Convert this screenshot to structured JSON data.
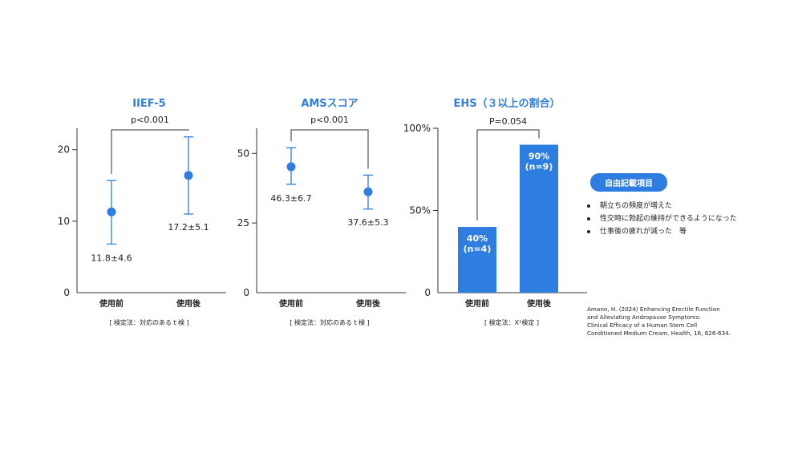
{
  "colors": {
    "accent": "#2d7ee0",
    "axis": "#333333",
    "text": "#222222"
  },
  "chart_data": [
    {
      "type": "scatter",
      "title": "IIEF-5",
      "categories": [
        "使用前",
        "使用後"
      ],
      "ylim": [
        0,
        23
      ],
      "yticks": [
        0,
        10,
        20
      ],
      "means": [
        11.3,
        16.4
      ],
      "err_high": [
        15.7,
        21.8
      ],
      "err_low": [
        6.8,
        11.0
      ],
      "labels": [
        "11.8±4.6",
        "17.2±5.1"
      ],
      "p_value": "p<0.001",
      "test_note": "[ 検定法：対応のあるｔ検 ]",
      "grid": false
    },
    {
      "type": "scatter",
      "title": "AMSスコア",
      "categories": [
        "使用前",
        "使用後"
      ],
      "ylim": [
        0,
        59
      ],
      "yticks": [
        0,
        25,
        50
      ],
      "means": [
        45.2,
        36.2
      ],
      "err_high": [
        52.0,
        42.2
      ],
      "err_low": [
        38.9,
        30.0
      ],
      "labels": [
        "46.3±6.7",
        "37.6±5.3"
      ],
      "p_value": "p<0.001",
      "test_note": "[ 検定法：対応のあるｔ検 ]",
      "grid": false
    },
    {
      "type": "bar",
      "title": "EHS（３以上の割合）",
      "categories": [
        "使用前",
        "使用後"
      ],
      "values": [
        40,
        90
      ],
      "value_labels": [
        [
          "40%",
          "(n=4)"
        ],
        [
          "90%",
          "(n=9)"
        ]
      ],
      "ylim": [
        0,
        100
      ],
      "yticks": [
        0,
        50,
        100
      ],
      "ytick_labels": [
        "0",
        "50%",
        "100%"
      ],
      "p_value": "P=0.054",
      "test_note": "[ 検定法：X²検定 ]",
      "grid": false
    }
  ],
  "side": {
    "badge": "自由記載項目",
    "items": [
      "朝立ちの頻度が増えた",
      "性交時に勃起の維持ができるようになった",
      "仕事後の疲れが減った　等"
    ]
  },
  "citation": [
    "Amano, H. (2024) Enhancing Erectile Function",
    "and Alleviating Andropause Symptoms:",
    "Clinical Efficacy of a Human Stem Cell",
    "Conditioned Medium Cream. Health, 16, 626-634."
  ]
}
